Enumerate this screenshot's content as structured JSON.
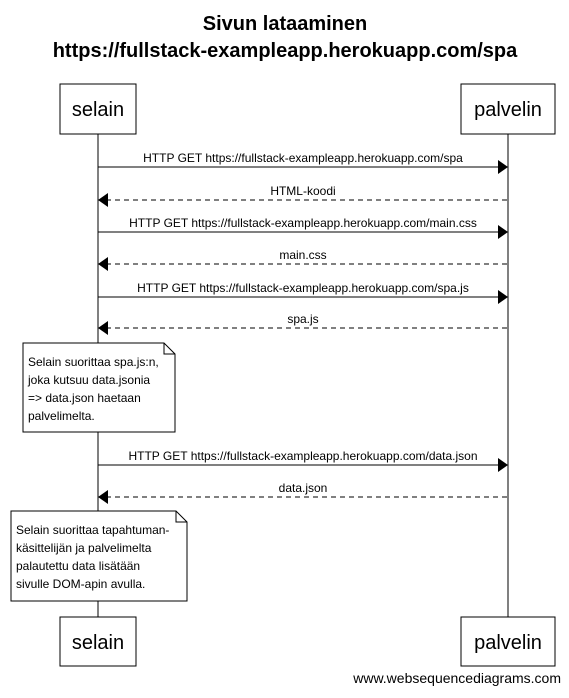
{
  "diagram": {
    "title_lines": [
      "Sivun lataaminen",
      "https://fullstack-exampleapp.herokuapp.com/spa"
    ],
    "participants": [
      {
        "id": "selain",
        "label": "selain"
      },
      {
        "id": "palvelin",
        "label": "palvelin"
      }
    ],
    "steps": [
      {
        "kind": "message",
        "from": "selain",
        "to": "palvelin",
        "style": "solid",
        "label": "HTTP GET https://fullstack-exampleapp.herokuapp.com/spa"
      },
      {
        "kind": "message",
        "from": "palvelin",
        "to": "selain",
        "style": "dashed",
        "label": "HTML-koodi"
      },
      {
        "kind": "message",
        "from": "selain",
        "to": "palvelin",
        "style": "solid",
        "label": "HTTP GET https://fullstack-exampleapp.herokuapp.com/main.css"
      },
      {
        "kind": "message",
        "from": "palvelin",
        "to": "selain",
        "style": "dashed",
        "label": "main.css"
      },
      {
        "kind": "message",
        "from": "selain",
        "to": "palvelin",
        "style": "solid",
        "label": "HTTP GET https://fullstack-exampleapp.herokuapp.com/spa.js"
      },
      {
        "kind": "message",
        "from": "palvelin",
        "to": "selain",
        "style": "dashed",
        "label": "spa.js"
      },
      {
        "kind": "note",
        "over": "selain",
        "lines": [
          "Selain suorittaa spa.js:n,",
          "joka kutsuu data.jsonia",
          "=> data.json haetaan",
          "palvelimelta."
        ]
      },
      {
        "kind": "message",
        "from": "selain",
        "to": "palvelin",
        "style": "solid",
        "label": "HTTP GET https://fullstack-exampleapp.herokuapp.com/data.json"
      },
      {
        "kind": "message",
        "from": "palvelin",
        "to": "selain",
        "style": "dashed",
        "label": "data.json"
      },
      {
        "kind": "note",
        "over": "selain",
        "lines": [
          "Selain suorittaa tapahtuman-",
          "käsittelijän ja palvelimelta",
          "palautettu data lisätään",
          "sivulle DOM-apin avulla."
        ]
      }
    ],
    "credit": "www.websequencediagrams.com"
  }
}
